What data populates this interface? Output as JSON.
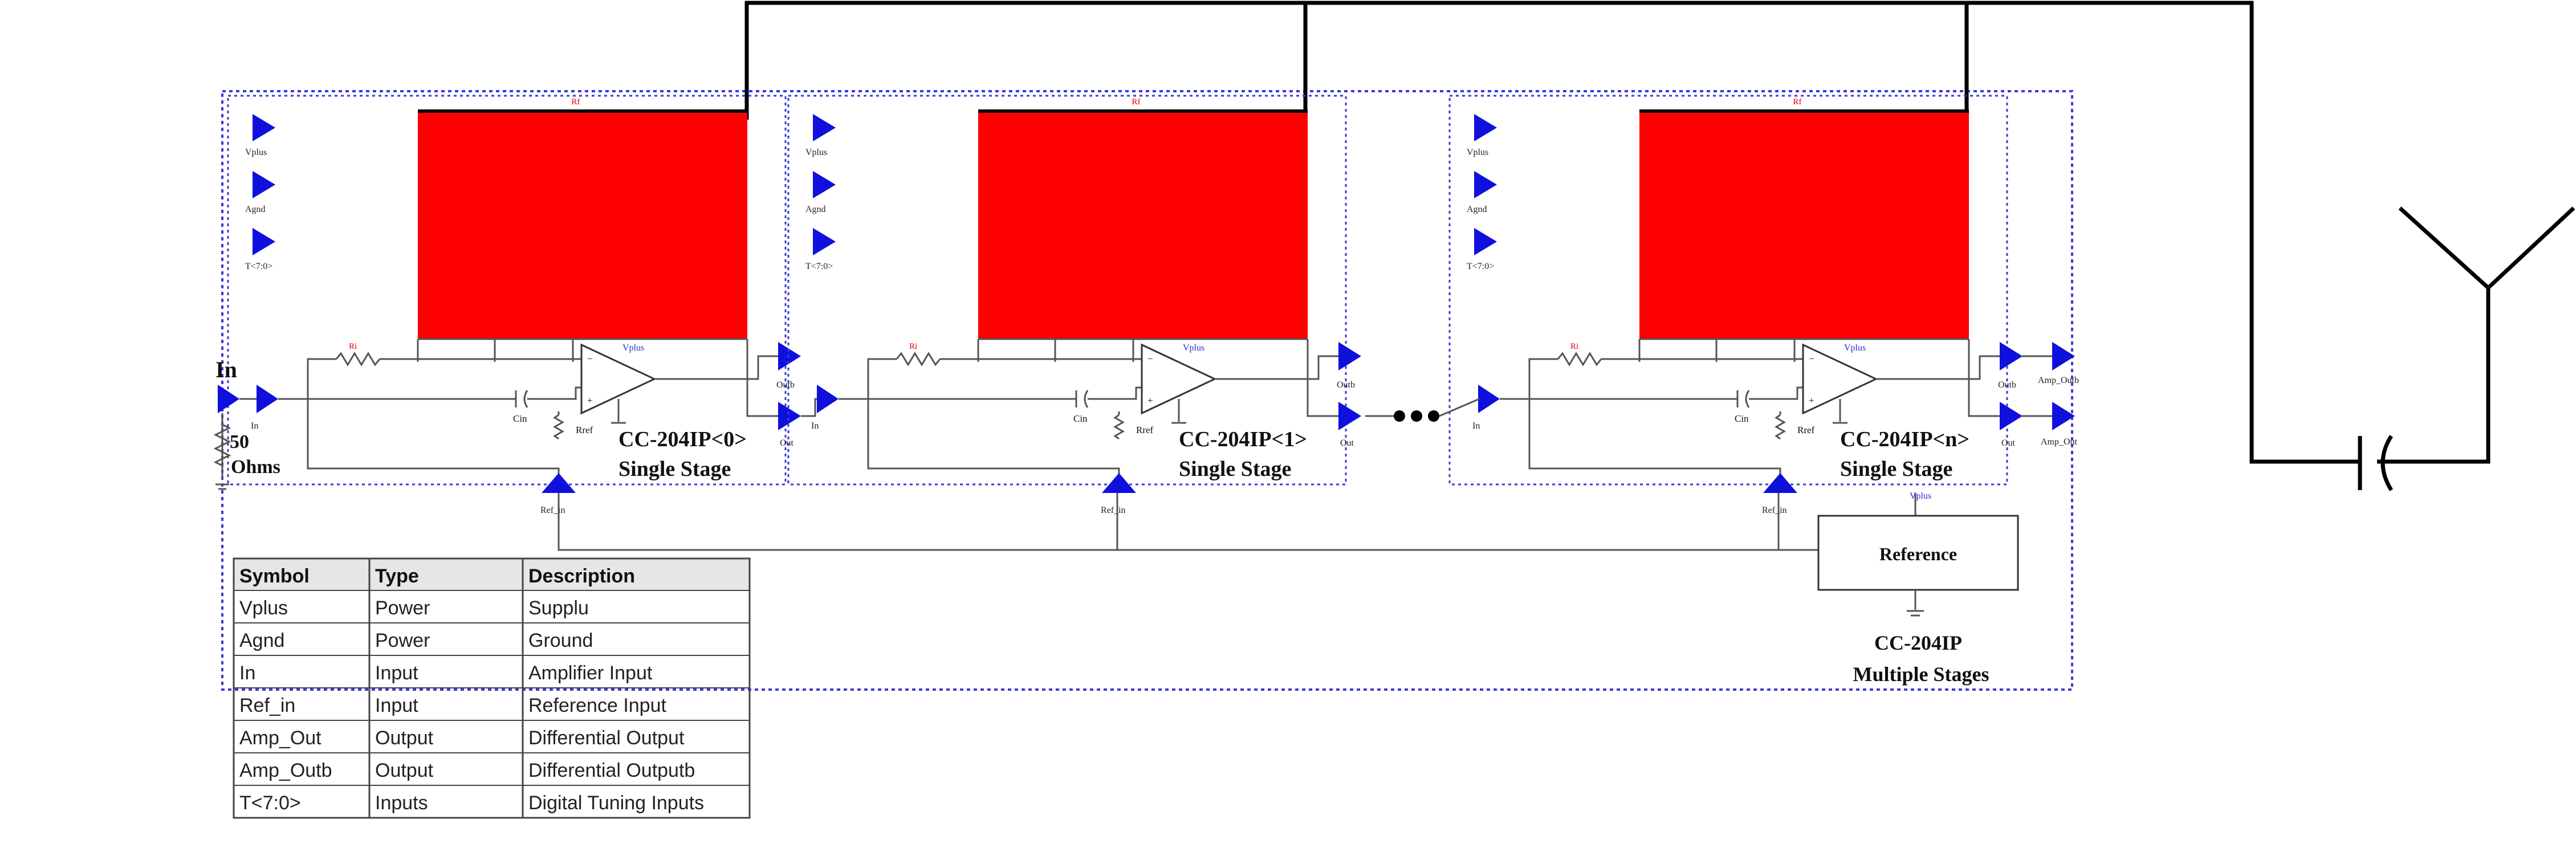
{
  "input": {
    "name": "In",
    "term_label": "In",
    "resistor": "50",
    "resistor_unit": "Ohms"
  },
  "labels": {
    "rf": "Rf",
    "ri": "Ri",
    "cin": "Cin",
    "rref": "Rref",
    "vplus": "Vplus",
    "agnd": "Agnd",
    "tbus": "T<7:0>",
    "outb": "Outb",
    "out": "Out",
    "in": "In",
    "ref_in": "Ref_in",
    "amp_outb": "Amp_Outb",
    "amp_out": "Amp_Out"
  },
  "stages": [
    {
      "title_line1": "CC-204IP<0>",
      "title_line2": "Single Stage"
    },
    {
      "title_line1": "CC-204IP<1>",
      "title_line2": "Single Stage"
    },
    {
      "title_line1": "CC-204IP<n>",
      "title_line2": "Single Stage"
    }
  ],
  "reference": {
    "label": "Reference",
    "supply": "Vplus"
  },
  "system": {
    "title_line1": "CC-204IP",
    "title_line2": "Multiple Stages"
  },
  "table": {
    "headers": [
      "Symbol",
      "Type",
      "Description"
    ],
    "rows": [
      [
        "Vplus",
        "Power",
        "Supplu"
      ],
      [
        "Agnd",
        "Power",
        "Ground"
      ],
      [
        "In",
        "Input",
        "Amplifier Input"
      ],
      [
        "Ref_in",
        "Input",
        "Reference Input"
      ],
      [
        "Amp_Out",
        "Output",
        "Differential Output"
      ],
      [
        "Amp_Outb",
        "Output",
        "Differential Outputb"
      ],
      [
        "T<7:0>",
        "Inputs",
        "Digital Tuning Inputs"
      ]
    ]
  },
  "colors": {
    "rf_block": "#ff0000",
    "pin": "#1010dd",
    "boundary": "#3a3ad8",
    "wire": "#555555",
    "feedback": "#000000"
  }
}
